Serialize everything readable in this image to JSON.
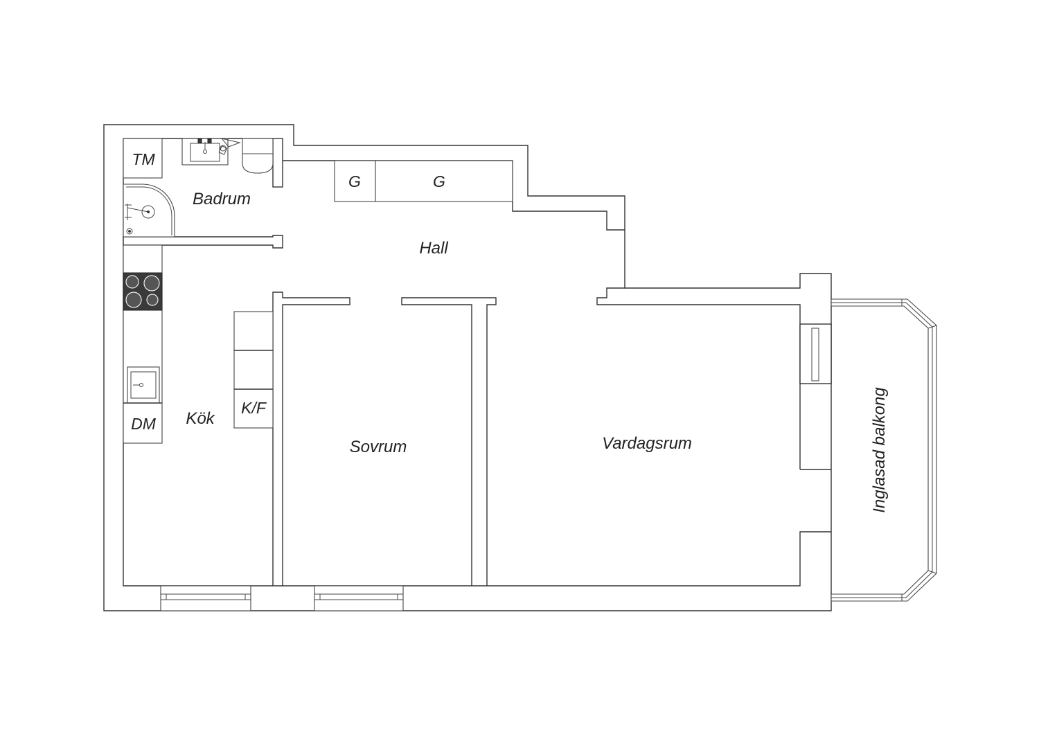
{
  "rooms": {
    "badrum": "Badrum",
    "hall": "Hall",
    "kok": "Kök",
    "sovrum": "Sovrum",
    "vardagsrum": "Vardagsrum",
    "balkong": "Inglasad balkong"
  },
  "fixtures": {
    "tm": "TM",
    "dm": "DM",
    "kf": "K/F",
    "closet_1": "G",
    "closet_2": "G"
  }
}
